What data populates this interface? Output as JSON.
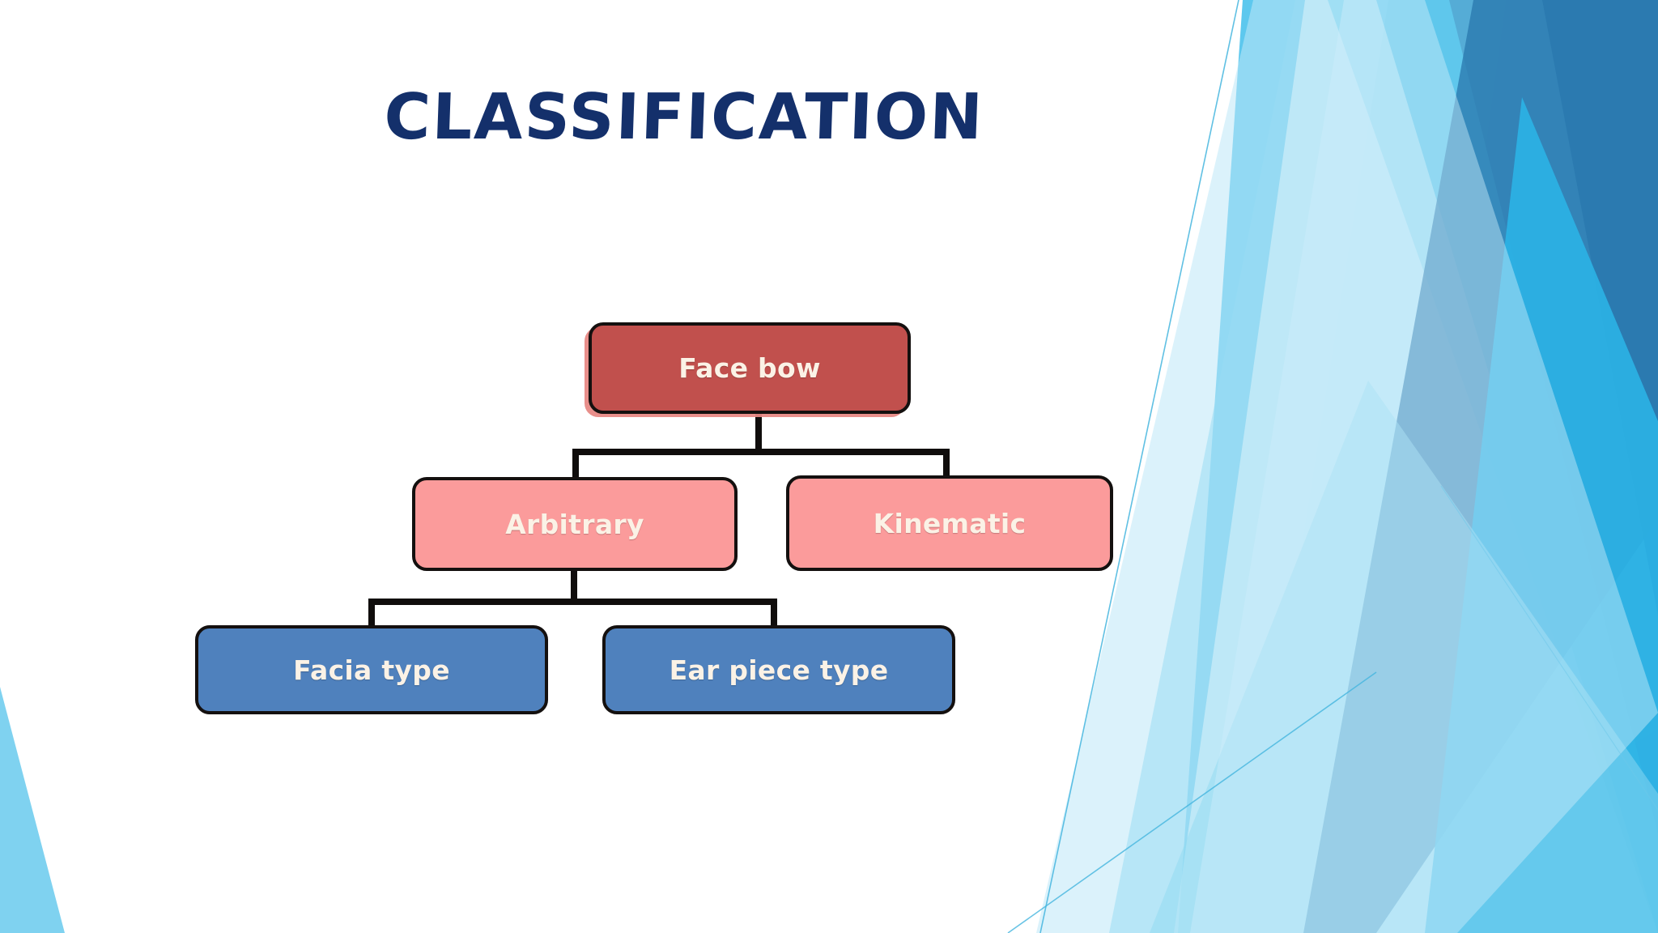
{
  "slide": {
    "title": "CLASSIFICATION",
    "title_color": "#14306B",
    "background_color": "#FFFFFF"
  },
  "palette": {
    "root_fill": "#C1504D",
    "mid_fill": "#FB9B9B",
    "leaf_fill": "#4F81BD",
    "node_border": "#14100F",
    "node_text": "#FBF2E6",
    "deco_blue_light": "#7FD2F0",
    "deco_blue_mid": "#29ABE2",
    "deco_blue_dark": "#1F6FA8",
    "deco_blue_deep": "#2A6EA8"
  },
  "diagram": {
    "type": "tree",
    "nodes": [
      {
        "id": "face-bow",
        "label": "Face bow",
        "level": 0,
        "style": "root"
      },
      {
        "id": "arbitrary",
        "label": "Arbitrary",
        "level": 1,
        "style": "mid"
      },
      {
        "id": "kinematic",
        "label": "Kinematic",
        "level": 1,
        "style": "mid"
      },
      {
        "id": "facia-type",
        "label": "Facia type",
        "level": 2,
        "style": "leaf"
      },
      {
        "id": "ear-piece-type",
        "label": "Ear piece type",
        "level": 2,
        "style": "leaf"
      }
    ],
    "edges": [
      {
        "from": "face-bow",
        "to": "arbitrary"
      },
      {
        "from": "face-bow",
        "to": "kinematic"
      },
      {
        "from": "arbitrary",
        "to": "facia-type"
      },
      {
        "from": "arbitrary",
        "to": "ear-piece-type"
      }
    ]
  }
}
